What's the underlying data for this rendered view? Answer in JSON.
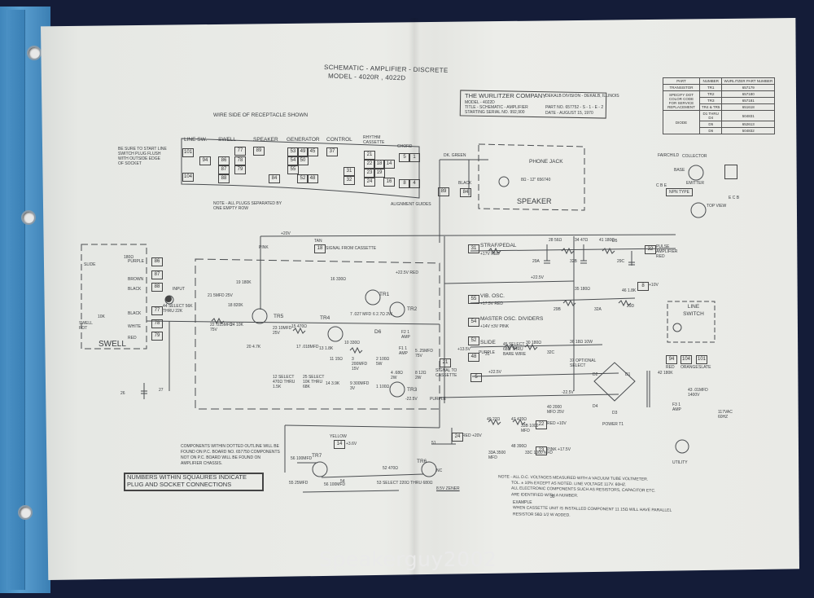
{
  "document": {
    "title_line1": "SCHEMATIC - AMPLIFIER - DISCRETE",
    "title_line2": "MODEL - 4020R , 4022D",
    "company": "THE WURLITZER COMPANY",
    "division": "DEKALB DIVISION - DEKALB, ILLINOIS",
    "model": "MODEL - 4022D",
    "title": "TITLE - SCHEMATIC - AMPLIFIER",
    "serial": "STARTING SERIAL NO. 992,900",
    "part_no": "PART NO. 657752 - S - 1 - E - 2",
    "date": "DATE - AUGUST 15, 1970"
  },
  "parts_table": {
    "headers": [
      "PART",
      "NUMBER",
      "WURLITZER PART NUMBER"
    ],
    "rows": [
      [
        "TRANSISTOR",
        "TR1",
        "657179"
      ],
      [
        "SPECIFY DOT COLOR CODE FOR SERVICE REPLACEMENT",
        "TR2",
        "657180"
      ],
      [
        "",
        "TR3",
        "657181"
      ],
      [
        "",
        "TR4 & TR5",
        "651618"
      ],
      [
        "DIODE",
        "D1 THRU D4",
        "504831"
      ],
      [
        "",
        "D5",
        "652613"
      ],
      [
        "",
        "D6",
        "504832"
      ]
    ]
  },
  "receptacle": {
    "heading": "WIRE SIDE OF RECEPTACLE SHOWN",
    "start_note": "BE SURE TO START LINE SWITCH PLUG FLUSH WITH OUTSIDE EDGE OF SOCKET",
    "row_note": "NOTE - ALL PLUGS SEPARATED BY ONE EMPTY ROW",
    "alignment": "ALIGNMENT GUIDES",
    "groups": [
      {
        "label": "LINE SW.",
        "pins": [
          "101",
          "94",
          "104"
        ]
      },
      {
        "label": "SWELL",
        "pins": [
          "77",
          "86",
          "78",
          "87",
          "79",
          "88"
        ]
      },
      {
        "label": "SPEAKER",
        "pins": [
          "89",
          "84"
        ]
      },
      {
        "label": "GENERATOR",
        "pins": [
          "53",
          "49",
          "45",
          "54",
          "50",
          "55",
          "52",
          "48"
        ]
      },
      {
        "label": "CONTROL",
        "pins": [
          "37",
          "31",
          "32"
        ]
      },
      {
        "label": "RHYTHM CASSETTE",
        "pins": [
          "21",
          "22",
          "18",
          "14",
          "23",
          "19",
          "24",
          "16"
        ]
      },
      {
        "label": "CHORD",
        "pins": [
          "5",
          "1",
          "8",
          "4"
        ]
      }
    ]
  },
  "speaker": {
    "label": "SPEAKER",
    "phone_jack": "PHONE JACK",
    "driver": "8Ω - 12\" 656740",
    "wire_green": "DK. GREEN",
    "wire_black": "BLACK",
    "pin_89": "89",
    "pin_84": "84"
  },
  "transistor_ref": {
    "fairchild": "FAIRCHILD",
    "collector": "COLLECTOR",
    "base": "BASE",
    "emitter": "EMITTER",
    "npn": "NPN TYPE",
    "top_view": "TOP VIEW",
    "pins_cbe": "C B E",
    "pins_ecb": "E C B"
  },
  "swell_section": {
    "label": "SWELL",
    "slide": "SLIDE",
    "swell_pot": "SWELL POT",
    "pot_value": "10K",
    "r180": "180Ω",
    "wires": [
      "PURPLE",
      "BROWN",
      "BLACK",
      "BLACK",
      "WHITE",
      "RED"
    ],
    "pins": [
      "86",
      "87",
      "88",
      "77",
      "78",
      "79"
    ],
    "input": "INPUT",
    "r44": "44 SELECT 56K THRU 22K",
    "r26": "26",
    "c27": "27"
  },
  "amp_section": {
    "pink": "PINK",
    "tan": "TAN",
    "pin_18": "18",
    "signal_from_cassette": "SIGNAL FROM CASSETTE",
    "plus20v": "+20V",
    "plus22_5v_red": "+22.5V RED",
    "minus22_5v": "-22.5V",
    "purple": "PURPLE",
    "signal_to_cassette": "SIGNAL TO CASSETTE",
    "pin_21": "21",
    "transistors": [
      "TR1",
      "TR2",
      "TR3",
      "TR4",
      "TR5",
      "TR6",
      "TR7"
    ],
    "d6": "D6",
    "fuse_f1": "F1 1 AMP",
    "fuse_f2": "F2 1 AMP",
    "components": [
      "19 180K",
      "18 820K",
      "21 5MFD 25V",
      "22 .015MFD 75V",
      "24 10K",
      "20 4.7K",
      "23 10MFD 25V",
      "15 470Ω",
      "17 .018MFD",
      "13 1.8K",
      "16 330Ω",
      "7 .027 MFD",
      "6 2.7Ω 2W",
      "10 330Ω",
      "11 15Ω",
      "3 200MFD 15V",
      "2 100Ω 5W",
      "4 .68Ω 2W",
      "5 .25MFD 75V",
      "8 12Ω 2W",
      "1 100Ω",
      "9 300MFD 3V",
      "14 3.9K",
      "12 SELECT 470Ω THRU 1.5K",
      "25 SELECT 10K THRU 68K"
    ]
  },
  "power_section": {
    "straf_pedal": "STRAF/PEDAL",
    "straf_v": "+17V RED",
    "pin_31": "31",
    "pin_32": "32",
    "pulse_amp": "PULSE AMPLIFIER RED",
    "vib_osc": "VIB. OSC.",
    "vib_v": "+17.5V RED",
    "pin_55": "55",
    "pin_8": "8",
    "plus10v": "+10V",
    "master_osc": "MASTER OSC. DIVIDERS",
    "master_v": "+14V ±3V PINK",
    "pin_54": "54",
    "slide": "SLIDE",
    "slide_v": "+13.5V",
    "purple": "PURPLE",
    "pin_52": "52",
    "pin_48": "48",
    "pin_5": "5",
    "plus22_5": "+22.5V",
    "minus22_5": "-22.5V",
    "power_t1": "POWER T1",
    "diodes": [
      "D1",
      "D2",
      "D3",
      "D4",
      "D5"
    ],
    "caps": [
      "29A",
      "32B",
      "29C",
      "29B",
      "32A",
      "29D",
      "32C",
      "31",
      "33A",
      "33B",
      "33C",
      "40"
    ],
    "resistors": [
      "28 56Ω",
      "34 47Ω",
      "41 180Ω",
      "35 180Ω",
      "46 1.8K",
      "45 SELECT 68Ω THRU BARE WIRE",
      "30 180Ω",
      "36 18Ω 10W",
      "37 OPTIONAL SELECT",
      "49 27Ω",
      "47 470Ω",
      "48 390Ω",
      "50",
      "51",
      "52 470Ω",
      "53 SELECT 220Ω THRU 680Ω",
      "54",
      "55 25MFD",
      "56 100MFD"
    ],
    "c40": "40 2000 MFD 25V",
    "red10": "RED +10V",
    "pin_22": "22",
    "pink175": "PINK +17.5V",
    "pin_23": "23",
    "red20": "RED +20V",
    "pin_24": "24",
    "c33a": "33A 3500 MFD",
    "c33b": "33B 1000 MFD",
    "c33c": "33C 1000 MFD",
    "yellow": "YELLOW",
    "pin_14": "14",
    "v36": "+3.6V",
    "zener": "8.5V ZENER",
    "nc": "NC"
  },
  "line_switch": {
    "label": "LINE SWITCH",
    "pins": [
      "94",
      "104",
      "101"
    ],
    "wires": [
      "RED",
      "ORANGE",
      "SLATE"
    ],
    "r42": "42 180K",
    "c43": "43 .01MFD 1400V",
    "fuse": "F3 1 AMP",
    "mains": "117VAC 60HZ",
    "utility": "UTILITY"
  },
  "notes": {
    "dotted_outline": "COMPONENTS WITHIN DOTTED OUTLINE WILL BE FOUND ON P.C. BOARD NO. 657750 COMPONENTS NOT ON P.C. BOARD WILL BE FOUND ON AMPLIFIER CHASSIS.",
    "squares_line1": "NUMBERS WITHIN SQUAURES INDICATE",
    "squares_line2": "PLUG AND SOCKET CONNECTIONS",
    "note_line1": "NOTE - ALL D.C. VOLTAGES MEASURED WITH A VACUUM TUBE VOLTMETER.",
    "note_line2": "TOL. ± 10% EXCEPT AS NOTED. LINE VOLTAGE 117V. 60HZ.",
    "note_line3": "ALL ELECTRONIC COMPONENTS SUCH AS RESISTORS, CAPACITOR ETC.",
    "note_line4": "ARE IDENTIFIED WITH A NUMBER.",
    "example": "EXAMPLE",
    "example_num": "30",
    "cassette_line1": "WHEN CASSETTE UNIT IS INSTALLED COMPONENT 11 15Ω WILL HAVE PARALLEL",
    "cassette_line2": "RESISTOR 56Ω 1/2 W ADDED."
  },
  "watermark": "Speakerguy2002",
  "colors": {
    "binder": "#4b8fc2",
    "background": "#141c38",
    "paper": "#e9eae6",
    "ink": "#3a3d40"
  }
}
